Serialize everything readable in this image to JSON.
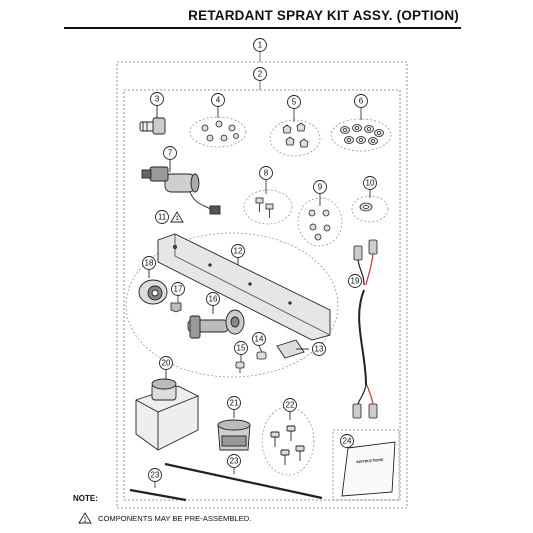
{
  "header": {
    "title": "RETARDANT SPRAY KIT ASSY. (OPTION)"
  },
  "callouts": [
    "1",
    "2",
    "3",
    "4",
    "5",
    "6",
    "7",
    "8",
    "9",
    "10",
    "11",
    "12",
    "13",
    "14",
    "15",
    "16",
    "17",
    "18",
    "19",
    "20",
    "21",
    "22",
    "23",
    "23",
    "24"
  ],
  "instructions_label": "INSTRUCTIONS",
  "footer": {
    "note_label": "NOTE:",
    "warning_number": "1",
    "note_text": "COMPONENTS MAY BE PRE-ASSEMBLED."
  }
}
